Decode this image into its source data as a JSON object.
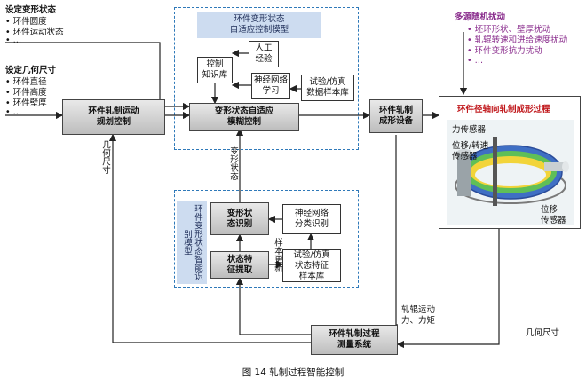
{
  "left_inputs": {
    "deform_title": "设定变形状态",
    "deform_items": [
      "环件圆度",
      "环件运动状态",
      "…"
    ],
    "geom_title": "设定几何尺寸",
    "geom_items": [
      "环件直径",
      "环件高度",
      "环件壁厚",
      "…"
    ]
  },
  "boxes": {
    "motion_planning": "环件轧制运动\n规划控制",
    "adaptive_fuzzy": "变形状态自适应\n模糊控制",
    "forming_equipment": "环件轧制\n成形设备",
    "measurement": "环件轧制过程\n测量系统",
    "control_kb": "控制\n知识库",
    "manual_exp": "人工\n经验",
    "nn_learning": "神经网络\n学习",
    "sample_db_top": "试验/仿真\n数据样本库",
    "state_recognition": "变形状\n态识别",
    "nn_classifier": "神经网络\n分类识别",
    "feature_extract": "状态特\n征提取",
    "feature_db": "试验/仿真\n状态特征\n样本库"
  },
  "regions": {
    "top_model_title": "环件变形状态\n自适应控制模型",
    "bottom_model_title": "环件变形状态智能识别模型"
  },
  "disturbance": {
    "title": "多源随机扰动",
    "items": [
      "坯环形状、壁厚扰动",
      "轧辊转速和进给速度扰动",
      "环件变形抗力扰动",
      "…"
    ]
  },
  "process": {
    "title": "环件径轴向轧制成形过程",
    "force_sensor": "力传感器",
    "disp_speed_sensor": "位移/转速\n传感器",
    "disp_sensor": "位移\n传感器"
  },
  "edge_labels": {
    "deform_state": "变形状态",
    "sample_update": "样本更新",
    "geom_size_left": "几何尺寸",
    "geom_size_right": "几何尺寸",
    "roll_motion": "轧辊运动\n力、力矩"
  },
  "caption": "图 14    轧制过程智能控制",
  "colors": {
    "dash_border": "#2f79b9",
    "region_title_bg": "#cddcf0",
    "disturbance_text": "#8a2d8d",
    "process_title": "#c0161a"
  }
}
